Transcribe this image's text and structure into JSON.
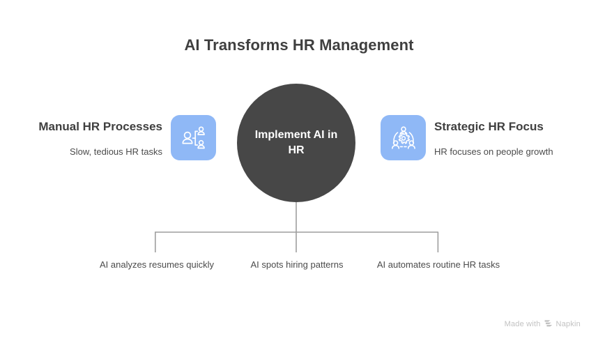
{
  "title": "AI Transforms HR Management",
  "hub": {
    "label": "Implement AI in HR",
    "color": "#474747",
    "text_color": "#ffffff"
  },
  "branches": {
    "left": {
      "heading": "Manual HR Processes",
      "subtitle": "Slow, tedious HR tasks",
      "icon": "org-chart-people-icon",
      "icon_tile_color": "#8fb8f6"
    },
    "right": {
      "heading": "Strategic HR Focus",
      "subtitle": "HR focuses on people growth",
      "icon": "people-gear-collaboration-icon",
      "icon_tile_color": "#8fb8f6"
    }
  },
  "leaves": [
    {
      "label": "AI analyzes resumes quickly"
    },
    {
      "label": "AI spots hiring patterns"
    },
    {
      "label": "AI automates routine HR tasks"
    }
  ],
  "connector_color": "#9e9e9e",
  "watermark": {
    "prefix": "Made with",
    "brand": "Napkin",
    "color": "#c2c2c2"
  }
}
